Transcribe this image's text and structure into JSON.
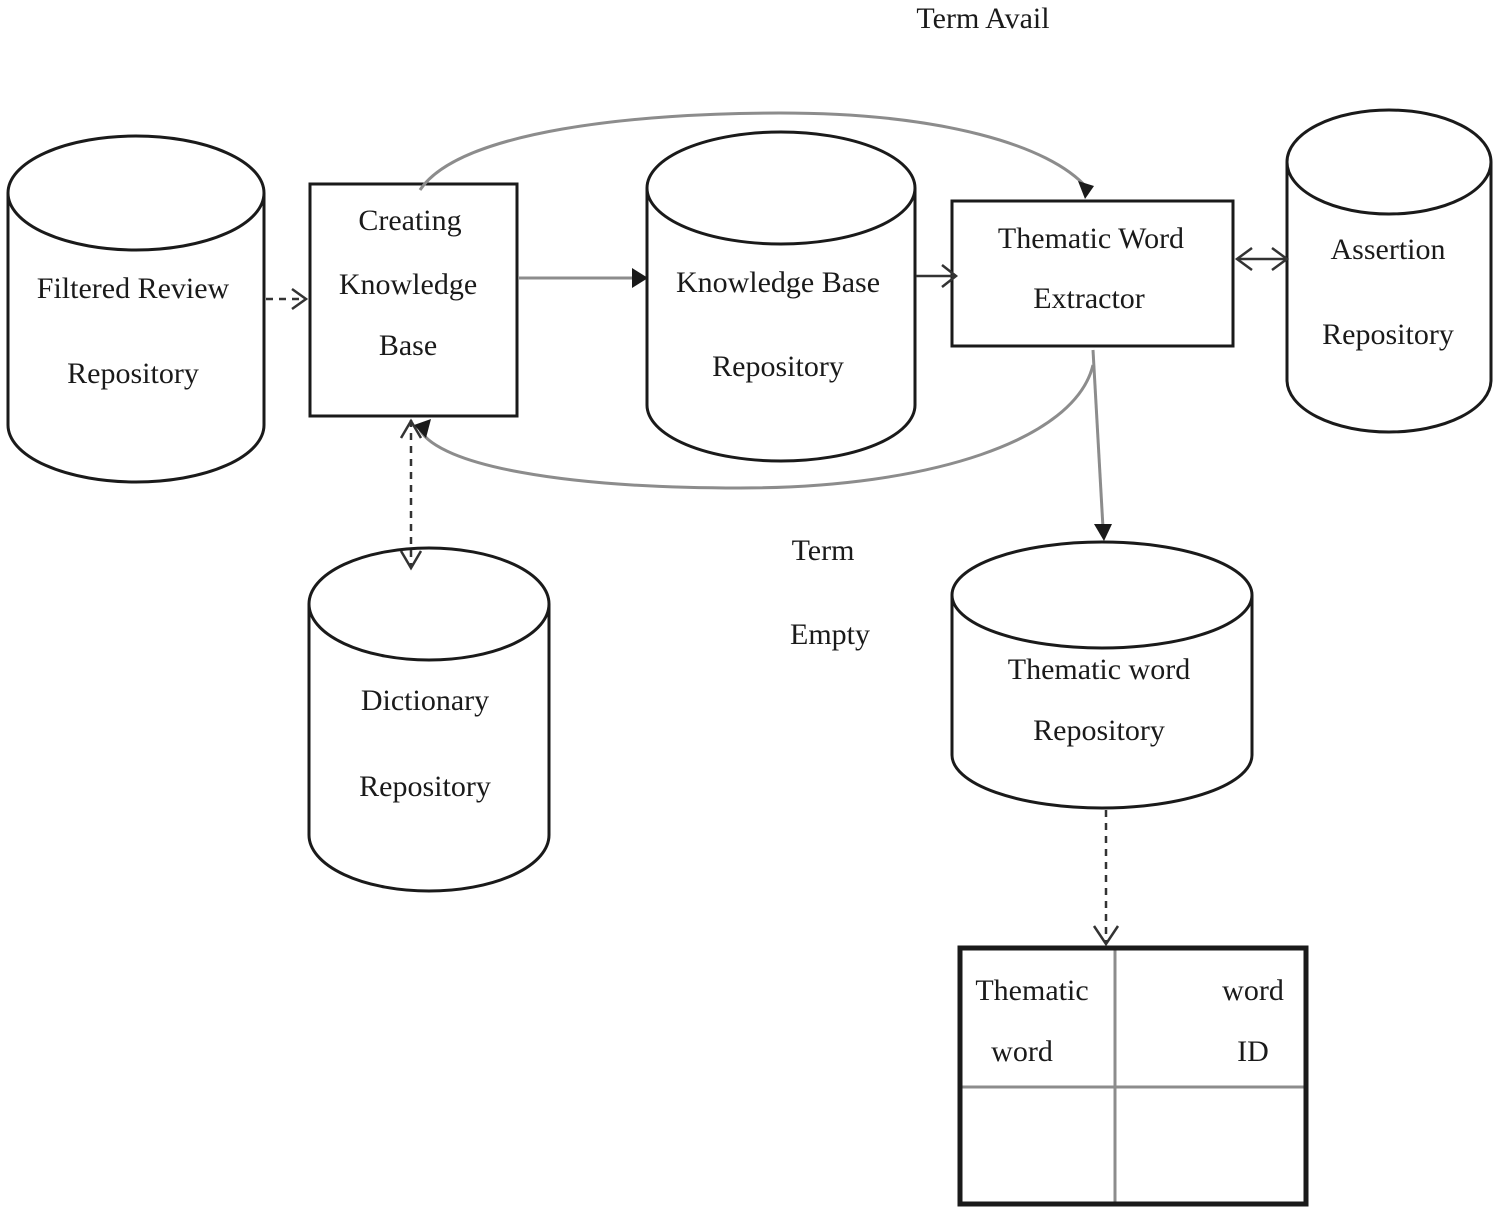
{
  "nodes": {
    "filtered_review": {
      "line1": "Filtered Review",
      "line2": "Repository"
    },
    "creating_kb": {
      "line1": "Creating",
      "line2": "Knowledge",
      "line3": "Base"
    },
    "kb_repository": {
      "line1": "Knowledge Base",
      "line2": "Repository"
    },
    "thematic_extractor": {
      "line1": "Thematic Word",
      "line2": "Extractor"
    },
    "assertion_repository": {
      "line1": "Assertion",
      "line2": "Repository"
    },
    "dictionary_repository": {
      "line1": "Dictionary",
      "line2": "Repository"
    },
    "thematic_word_repository": {
      "line1": "Thematic word",
      "line2": "Repository"
    }
  },
  "labels": {
    "term_avail": "Term Avail",
    "term_empty_line1": "Term",
    "term_empty_line2": "Empty"
  },
  "table": {
    "headers": [
      {
        "line1": "Thematic",
        "line2": "word"
      },
      {
        "line1": "word",
        "line2": "ID"
      }
    ]
  }
}
